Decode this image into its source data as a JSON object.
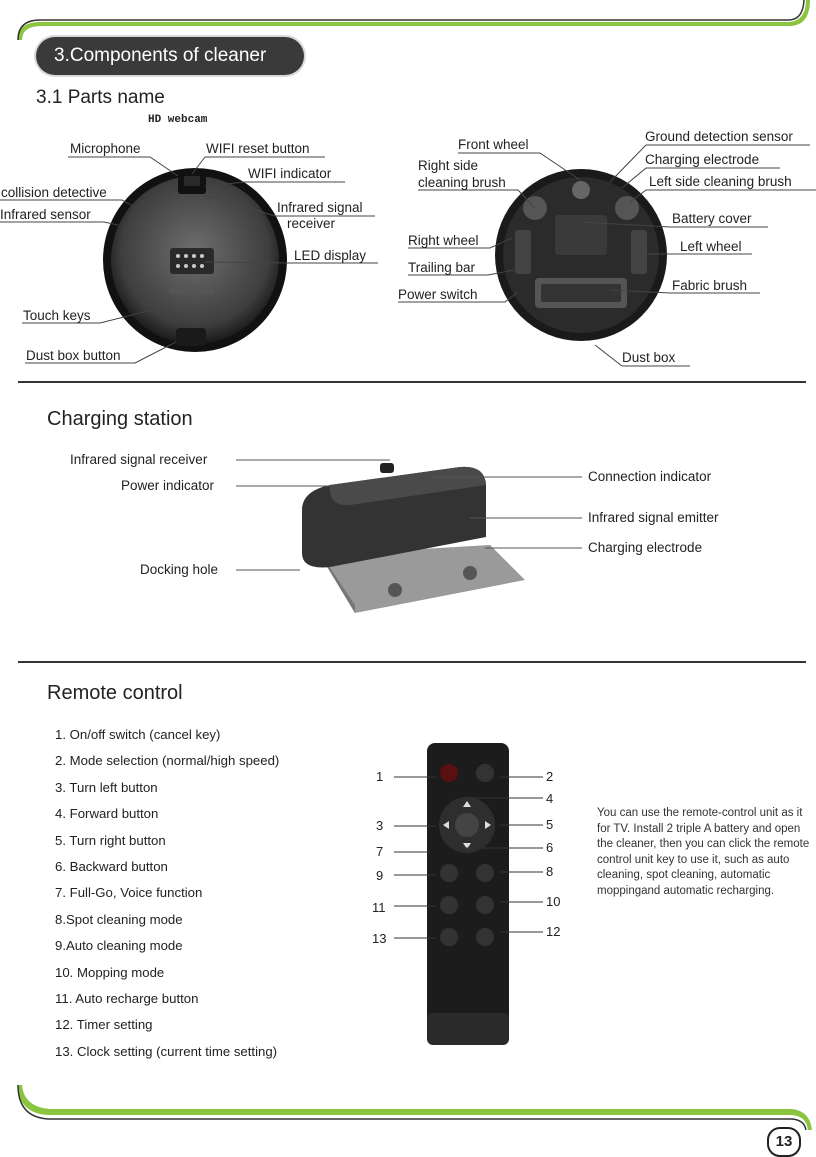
{
  "header": {
    "title": "3.Components of cleaner"
  },
  "parts": {
    "heading": "3.1 Parts name",
    "webcam": "HD webcam",
    "top_view": {
      "microphone": "Microphone",
      "wifi_reset": "WIFI reset button",
      "wifi_indicator": "WIFI indicator",
      "collision": "collision detective",
      "infrared_sensor": "Infrared sensor",
      "infrared_receiver_1": "Infrared signal",
      "infrared_receiver_2": "receiver",
      "led_display": "LED display",
      "touch_keys": "Touch keys",
      "dust_box_button": "Dust box button"
    },
    "bottom_view": {
      "front_wheel": "Front wheel",
      "right_side_1": "Right side",
      "right_side_2": "cleaning brush",
      "right_wheel": "Right wheel",
      "trailing_bar": "Trailing bar",
      "power_switch": "Power switch",
      "ground_sensor": "Ground detection sensor",
      "charging_electrode": "Charging electrode",
      "left_side_brush": "Left side cleaning brush",
      "battery_cover": "Battery cover",
      "left_wheel": "Left wheel",
      "fabric_brush": "Fabric brush",
      "dust_box": "Dust box"
    }
  },
  "charging": {
    "heading": "Charging station",
    "infrared_receiver": "Infrared signal receiver",
    "power_indicator": "Power indicator",
    "docking_hole": "Docking hole",
    "connection_indicator": "Connection indicator",
    "infrared_emitter": "Infrared signal emitter",
    "charging_electrode": "Charging electrode"
  },
  "remote": {
    "heading": "Remote control",
    "items": [
      "1. On/off switch (cancel key)",
      "2. Mode selection (normal/high speed)",
      "3. Turn left button",
      "4. Forward button",
      "5. Turn right button",
      "6. Backward button",
      "7. Full-Go, Voice function",
      "8.Spot cleaning mode",
      "9.Auto cleaning mode",
      "10. Mopping mode",
      "11. Auto recharge button",
      "12. Timer setting",
      "13. Clock setting (current time setting)"
    ],
    "numbers": [
      "1",
      "2",
      "3",
      "4",
      "5",
      "6",
      "7",
      "8",
      "9",
      "10",
      "11",
      "12",
      "13"
    ],
    "description": "You can use the remote-control unit as it for TV. Install 2 triple A battery and open the cleaner, then you can click the remote control unit key to use it, such as auto  cleaning, spot cleaning, automatic moppingand automatic recharging."
  },
  "page_number": "13"
}
